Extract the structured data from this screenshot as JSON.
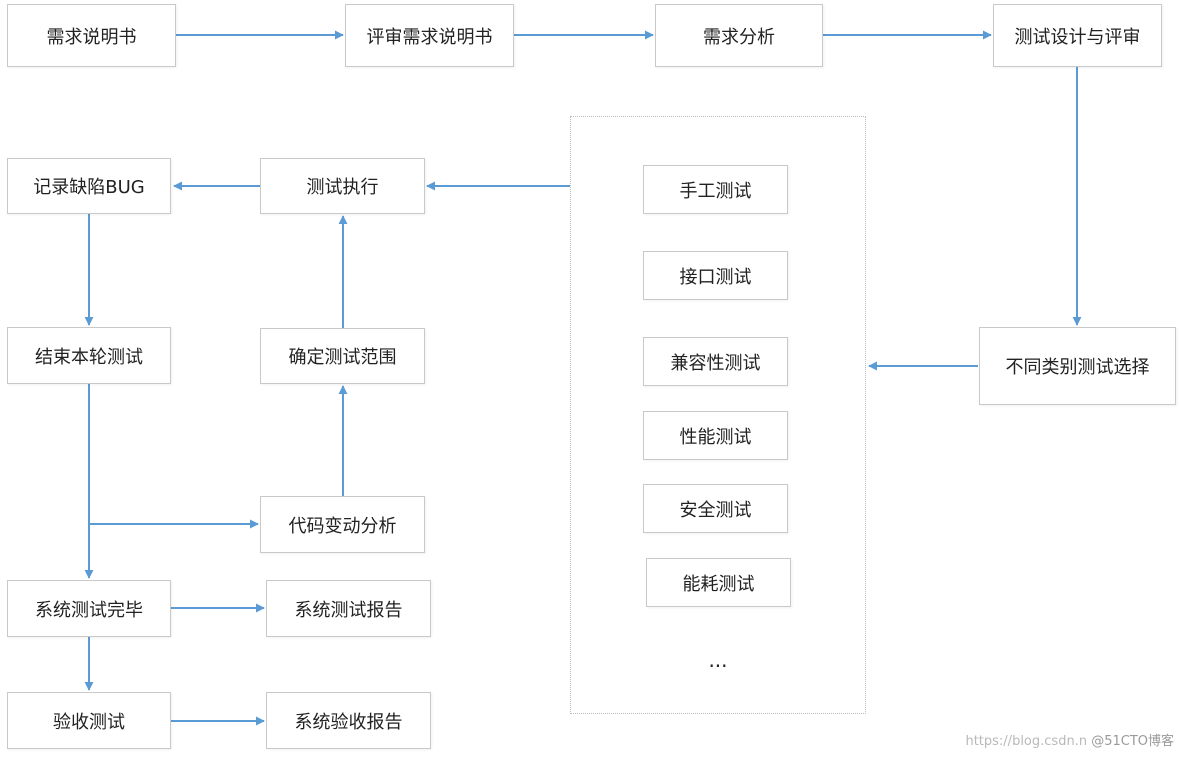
{
  "nodes": {
    "req_doc": "需求说明书",
    "review_req": "评审需求说明书",
    "req_analysis": "需求分析",
    "test_design": "测试设计与评审",
    "type_select": "不同类别测试选择",
    "test_exec": "测试执行",
    "record_bug": "记录缺陷BUG",
    "end_round": "结束本轮测试",
    "confirm_scope": "确定测试范围",
    "code_change": "代码变动分析",
    "sys_done": "系统测试完毕",
    "sys_report": "系统测试报告",
    "acceptance": "验收测试",
    "acceptance_report": "系统验收报告"
  },
  "test_types": {
    "manual": "手工测试",
    "api": "接口测试",
    "compat": "兼容性测试",
    "perf": "性能测试",
    "security": "安全测试",
    "power": "能耗测试",
    "more": "..."
  },
  "colors": {
    "arrow": "#5b9bd5",
    "border": "#c9c9c9"
  },
  "watermark": {
    "url": "https://blog.csdn.n",
    "brand": "@51CTO博客"
  }
}
